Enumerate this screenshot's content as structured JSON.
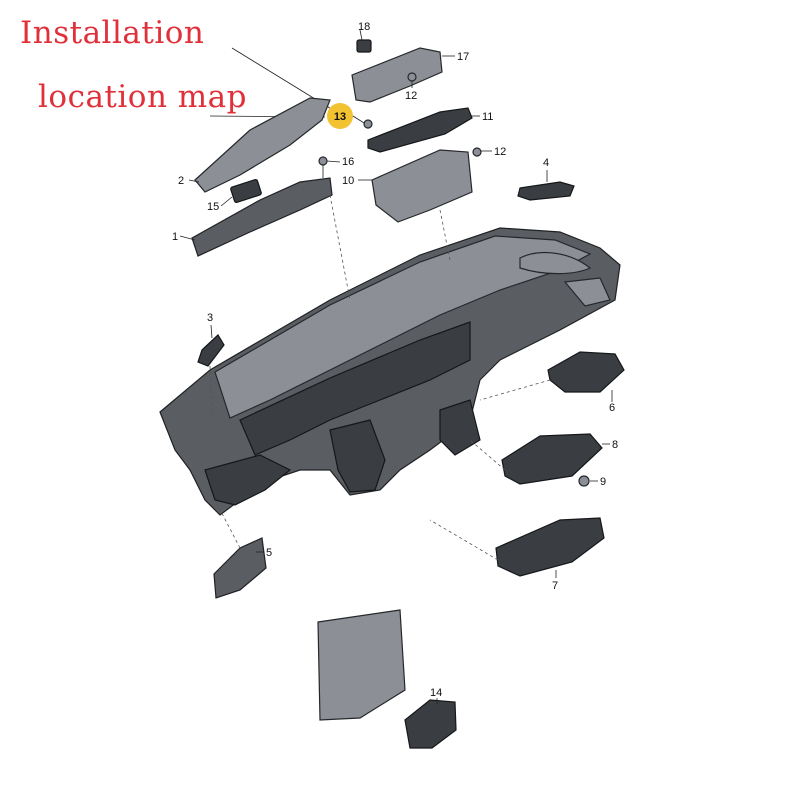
{
  "title": {
    "line1": "Installation",
    "line2": "location map"
  },
  "highlight": {
    "label": "13",
    "color": "#f2c230"
  },
  "callouts": [
    "1",
    "2",
    "3",
    "4",
    "5",
    "6",
    "7",
    "8",
    "9",
    "10",
    "11",
    "12",
    "12",
    "14",
    "15",
    "16",
    "17",
    "18"
  ],
  "colors": {
    "title": "#e0303a",
    "part_fill": "#5a5d62",
    "part_outline": "#1f2124"
  }
}
